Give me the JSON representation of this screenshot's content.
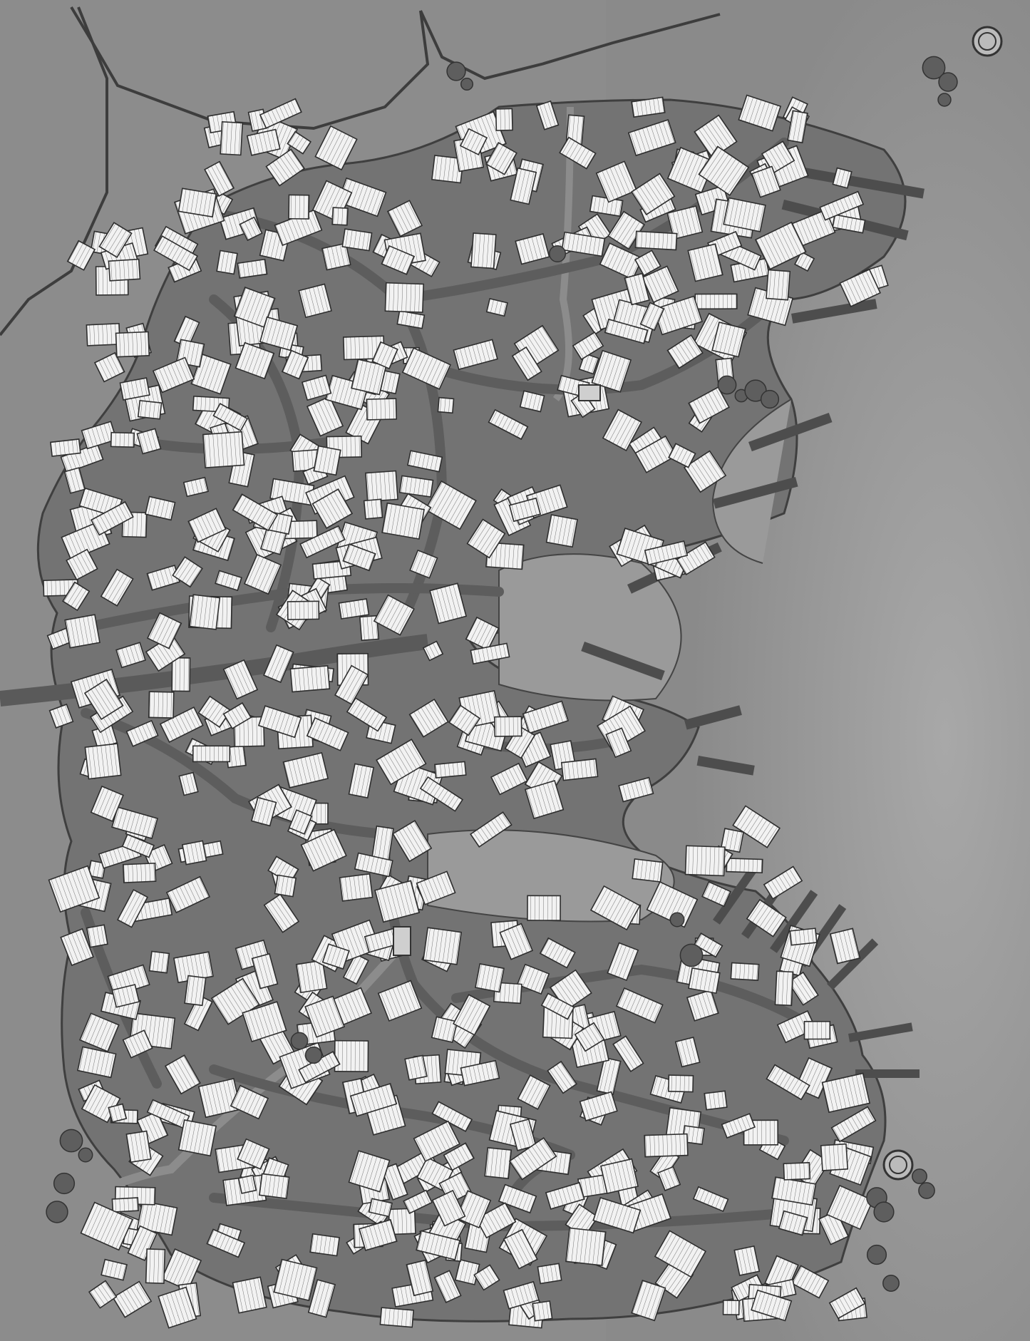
{
  "map": {
    "palette": {
      "water": "#8a8a8a",
      "water_deep": "#9c9c9c",
      "land": "#6f6f6f",
      "street": "#5c5c5c",
      "roof": "#f2f2f2",
      "roof_line": "#3a3a3a",
      "shore": "#444444",
      "foliage": "#5a5a5a",
      "dock": "#4e4e4e"
    },
    "features": {
      "lighthouse_towers": 2,
      "river": "main-river",
      "harbor": "east-harbor"
    }
  }
}
